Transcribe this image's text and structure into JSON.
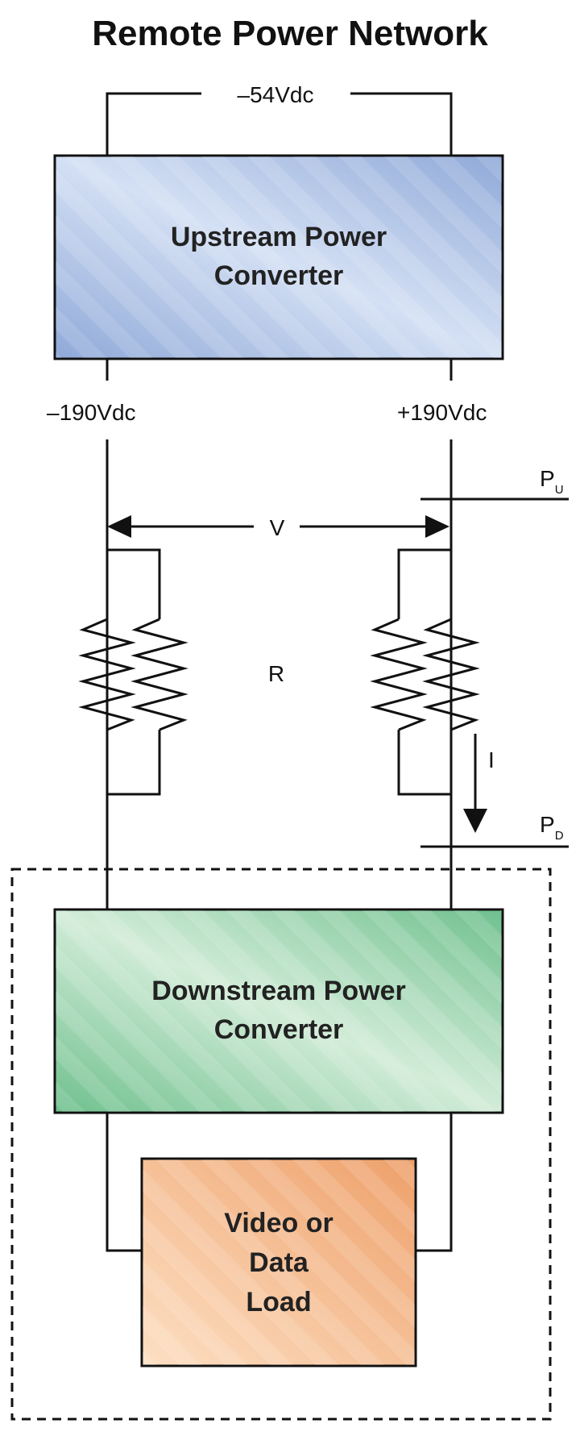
{
  "title": "Remote Power Network",
  "labels": {
    "input_voltage": "–54Vdc",
    "neg_voltage": "–190Vdc",
    "pos_voltage": "+190Vdc",
    "voltage_v": "V",
    "resistance_r": "R",
    "current_i": "I",
    "p_upstream": {
      "main": "P",
      "sub": "U"
    },
    "p_downstream": {
      "main": "P",
      "sub": "D"
    }
  },
  "blocks": {
    "upstream": {
      "lines": [
        "Upstream Power",
        "Converter"
      ],
      "color_start": "#8fa9d8",
      "color_end": "#d4e0f4"
    },
    "downstream": {
      "lines": [
        "Downstream Power",
        "Converter"
      ],
      "color_start": "#6fc08e",
      "color_end": "#d2ecd8"
    },
    "load": {
      "lines": [
        "Video or",
        "Data",
        "Load"
      ],
      "color_start": "#eea06a",
      "color_end": "#fde0c4"
    }
  }
}
